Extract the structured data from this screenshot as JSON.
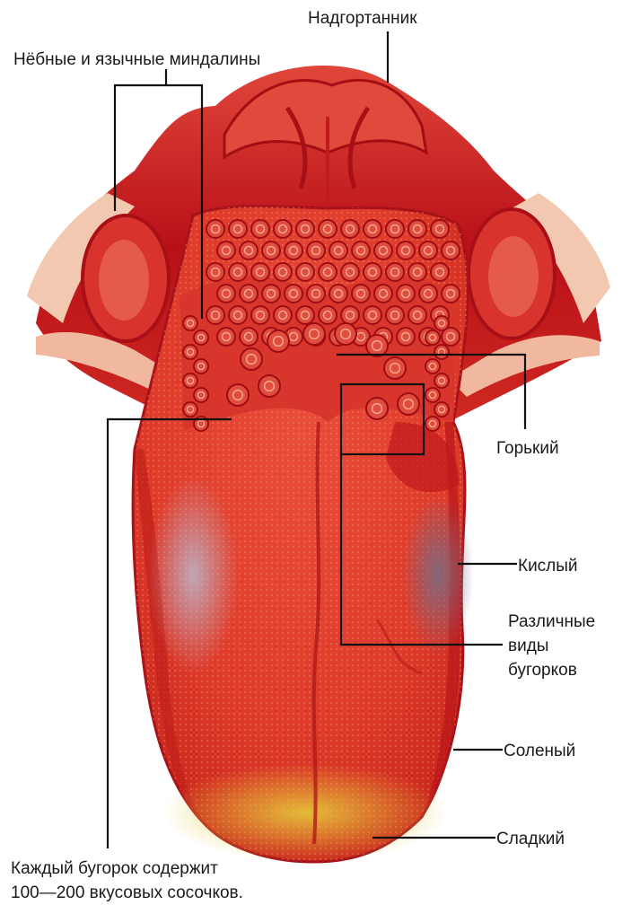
{
  "labels": {
    "epiglottis": "Надгортанник",
    "tonsils": "Нёбные и язычные миндалины",
    "bitter": "Горький",
    "sour": "Кислый",
    "papillae_line1": "Различные",
    "papillae_line2": "виды",
    "papillae_line3": "бугорков",
    "salty": "Соленый",
    "sweet": "Сладкий",
    "caption_line1": "Каждый бугорок содержит",
    "caption_line2": "100—200 вкусовых сосочков."
  },
  "colors": {
    "tongue_base": "#e23a2c",
    "tongue_dark": "#b3121a",
    "throat": "#c8141c",
    "sour_zone": "#8a6a78",
    "sweet_zone": "#d9b12a",
    "text": "#1a1a1a"
  }
}
